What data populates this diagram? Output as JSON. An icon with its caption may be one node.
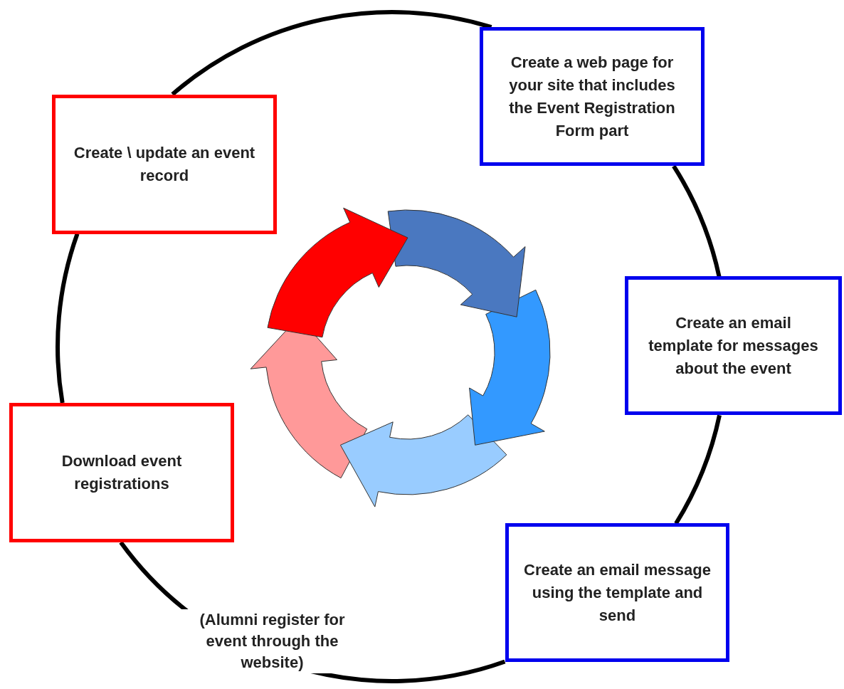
{
  "diagram": {
    "nodes": [
      {
        "text": [
          "Create \\ update an event record"
        ]
      },
      {
        "text": [
          "Create a web page for your site that includes the Event Registration Form part"
        ]
      },
      {
        "text": [
          "Create an email template for messages about the event"
        ]
      },
      {
        "text": [
          "Create an email message using the template and send"
        ]
      },
      {
        "text": [
          "Download event registrations"
        ]
      }
    ],
    "edges": [
      {
        "from": 0,
        "to": 1,
        "arrow": "none"
      },
      {
        "from": 1,
        "to": 2,
        "arrow": "none"
      },
      {
        "from": 2,
        "to": 3,
        "arrow": "none"
      },
      {
        "from": 3,
        "to": 4,
        "arrow": "none",
        "label": "(Alumni register for event through the website)"
      },
      {
        "from": 4,
        "to": 0,
        "arrow": "none"
      }
    ]
  }
}
